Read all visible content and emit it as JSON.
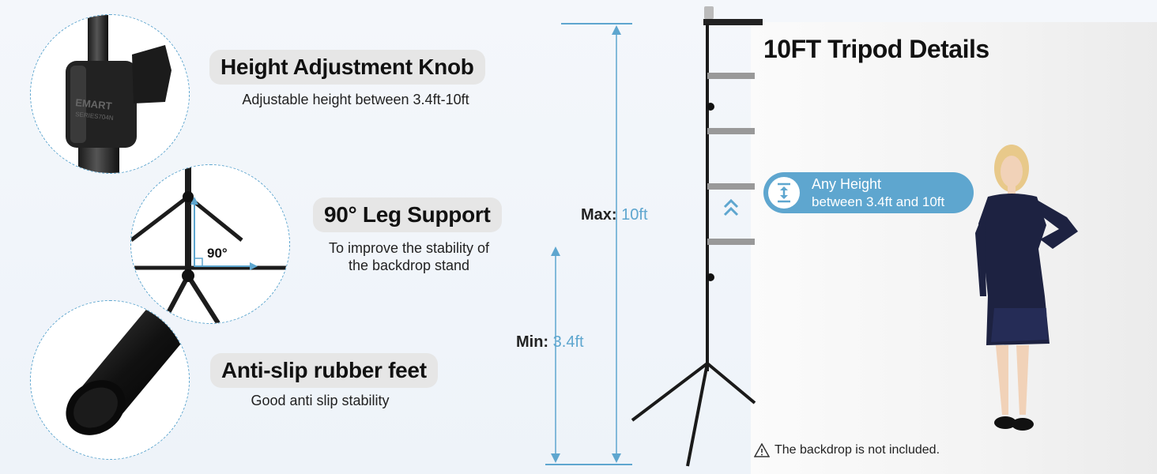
{
  "features": [
    {
      "title": "Height Adjustment Knob",
      "subtitle": "Adjustable height between 3.4ft-10ft",
      "icon": "knob-photo"
    },
    {
      "title": "90° Leg Support",
      "subtitle_line1": "To improve the stability of",
      "subtitle_line2": "the backdrop stand",
      "angle_label": "90°",
      "icon": "leg-support-photo"
    },
    {
      "title": "Anti-slip rubber feet",
      "subtitle": "Good anti slip stability",
      "icon": "rubber-foot-photo"
    }
  ],
  "knob_brand": "EMART",
  "knob_model": "SERIES704N",
  "measurements": {
    "max_label": "Max:",
    "max_value": "10ft",
    "min_label": "Min:",
    "min_value": "3.4ft"
  },
  "details": {
    "title": "10FT Tripod Details",
    "badge_line1": "Any Height",
    "badge_line2": "between 3.4ft and 10ft",
    "note": "The backdrop is not included."
  },
  "colors": {
    "accent": "#5ea6cf",
    "pill": "#e6e6e6"
  }
}
